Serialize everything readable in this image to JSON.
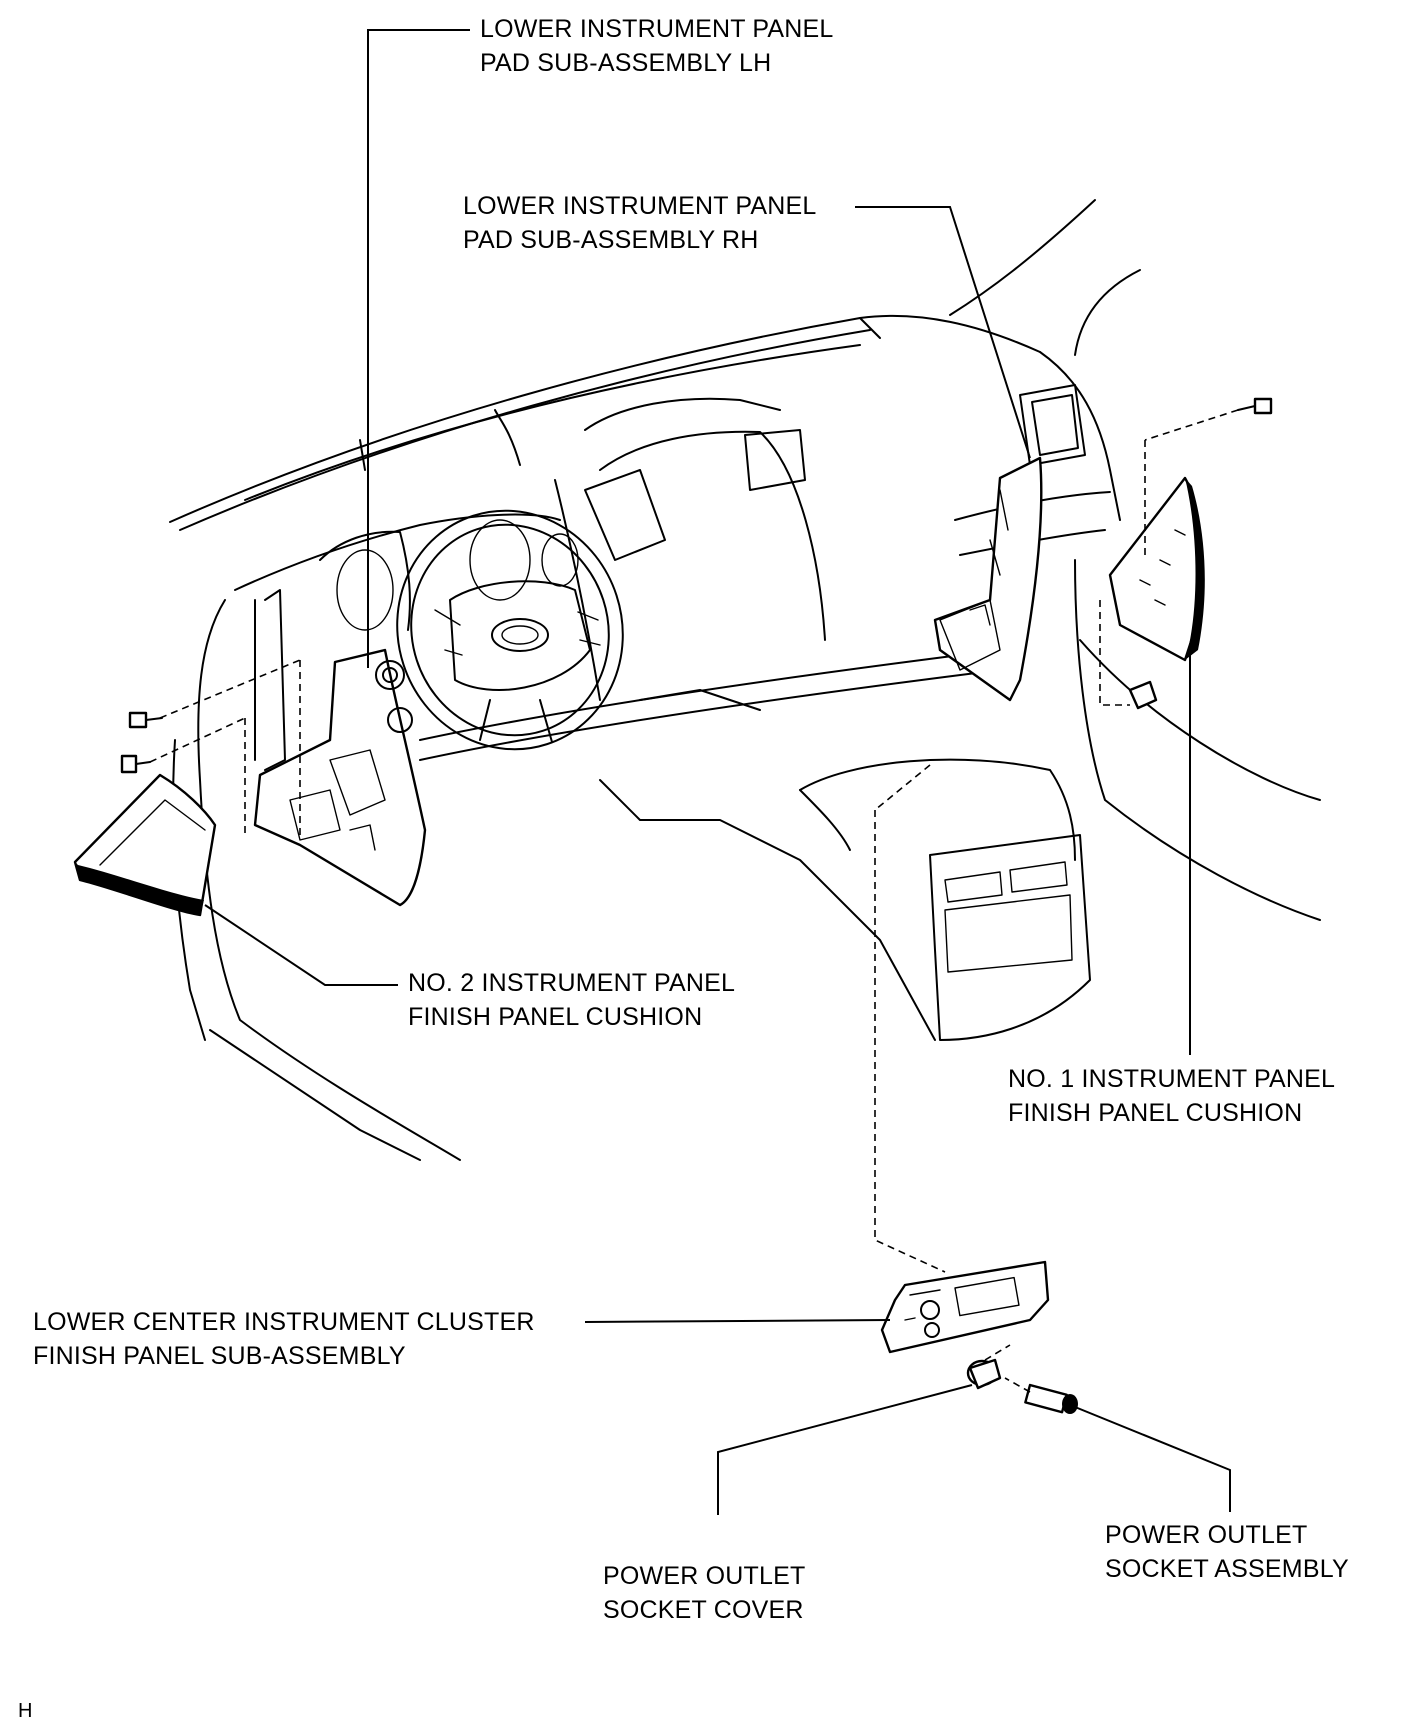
{
  "diagram": {
    "labels": {
      "pad_lh": [
        "LOWER INSTRUMENT PANEL",
        "PAD SUB-ASSEMBLY LH"
      ],
      "pad_rh": [
        "LOWER INSTRUMENT PANEL",
        "PAD SUB-ASSEMBLY RH"
      ],
      "cushion_no2": [
        "NO. 2 INSTRUMENT PANEL",
        "FINISH PANEL CUSHION"
      ],
      "cushion_no1": [
        "NO. 1 INSTRUMENT PANEL",
        "FINISH PANEL CUSHION"
      ],
      "center_cluster": [
        "LOWER CENTER INSTRUMENT CLUSTER",
        "FINISH PANEL SUB-ASSEMBLY"
      ],
      "socket_cover": [
        "POWER OUTLET",
        "SOCKET COVER"
      ],
      "socket_assembly": [
        "POWER OUTLET",
        "SOCKET ASSEMBLY"
      ]
    },
    "figure_code": "H"
  }
}
